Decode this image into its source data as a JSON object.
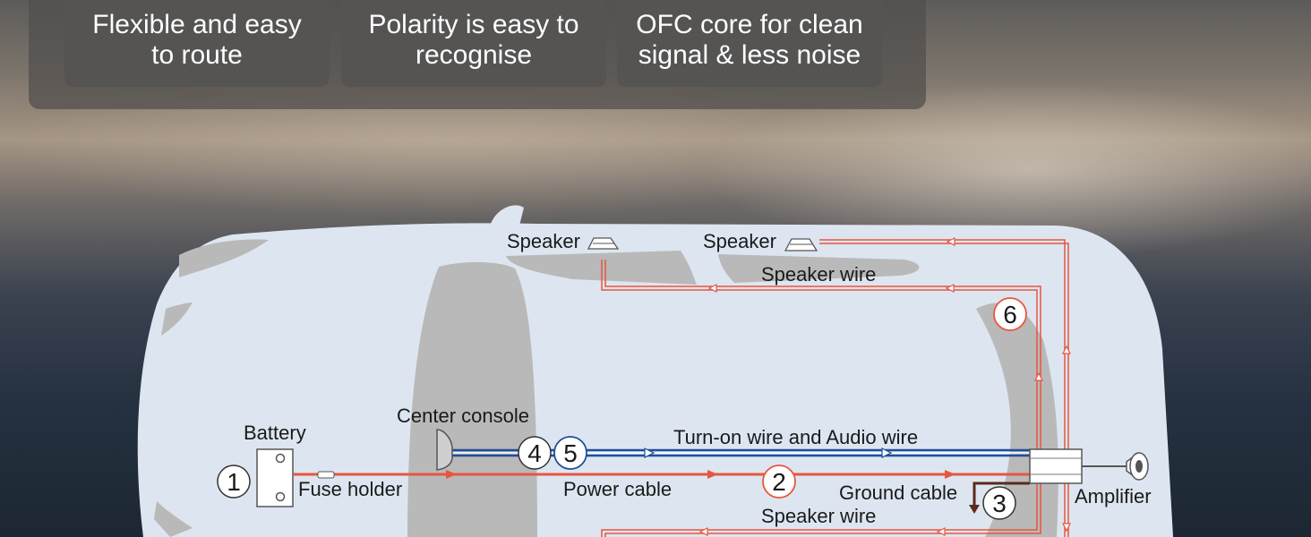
{
  "features": [
    {
      "line1": "Flexible and easy",
      "line2": "to route"
    },
    {
      "line1": "Polarity is easy to",
      "line2": "recognise"
    },
    {
      "line1": "OFC core for clean",
      "line2": "signal & less noise"
    }
  ],
  "diagram": {
    "labels": {
      "speaker_left": "Speaker",
      "speaker_right": "Speaker",
      "speaker_wire_top": "Speaker wire",
      "speaker_wire_bottom": "Speaker wire",
      "center_console": "Center console",
      "turn_on_audio": "Turn-on wire and Audio wire",
      "battery": "Battery",
      "fuse_holder": "Fuse holder",
      "power_cable": "Power cable",
      "ground_cable": "Ground cable",
      "amplifier": "Amplifier"
    },
    "markers": {
      "m1": "1",
      "m2": "2",
      "m3": "3",
      "m4": "4",
      "m5": "5",
      "m6": "6"
    },
    "colors": {
      "power_wire": "#e8553f",
      "signal_wire": "#1d4f9a",
      "car_body": "#dde6f0",
      "car_glass": "#bdbdbd"
    }
  }
}
